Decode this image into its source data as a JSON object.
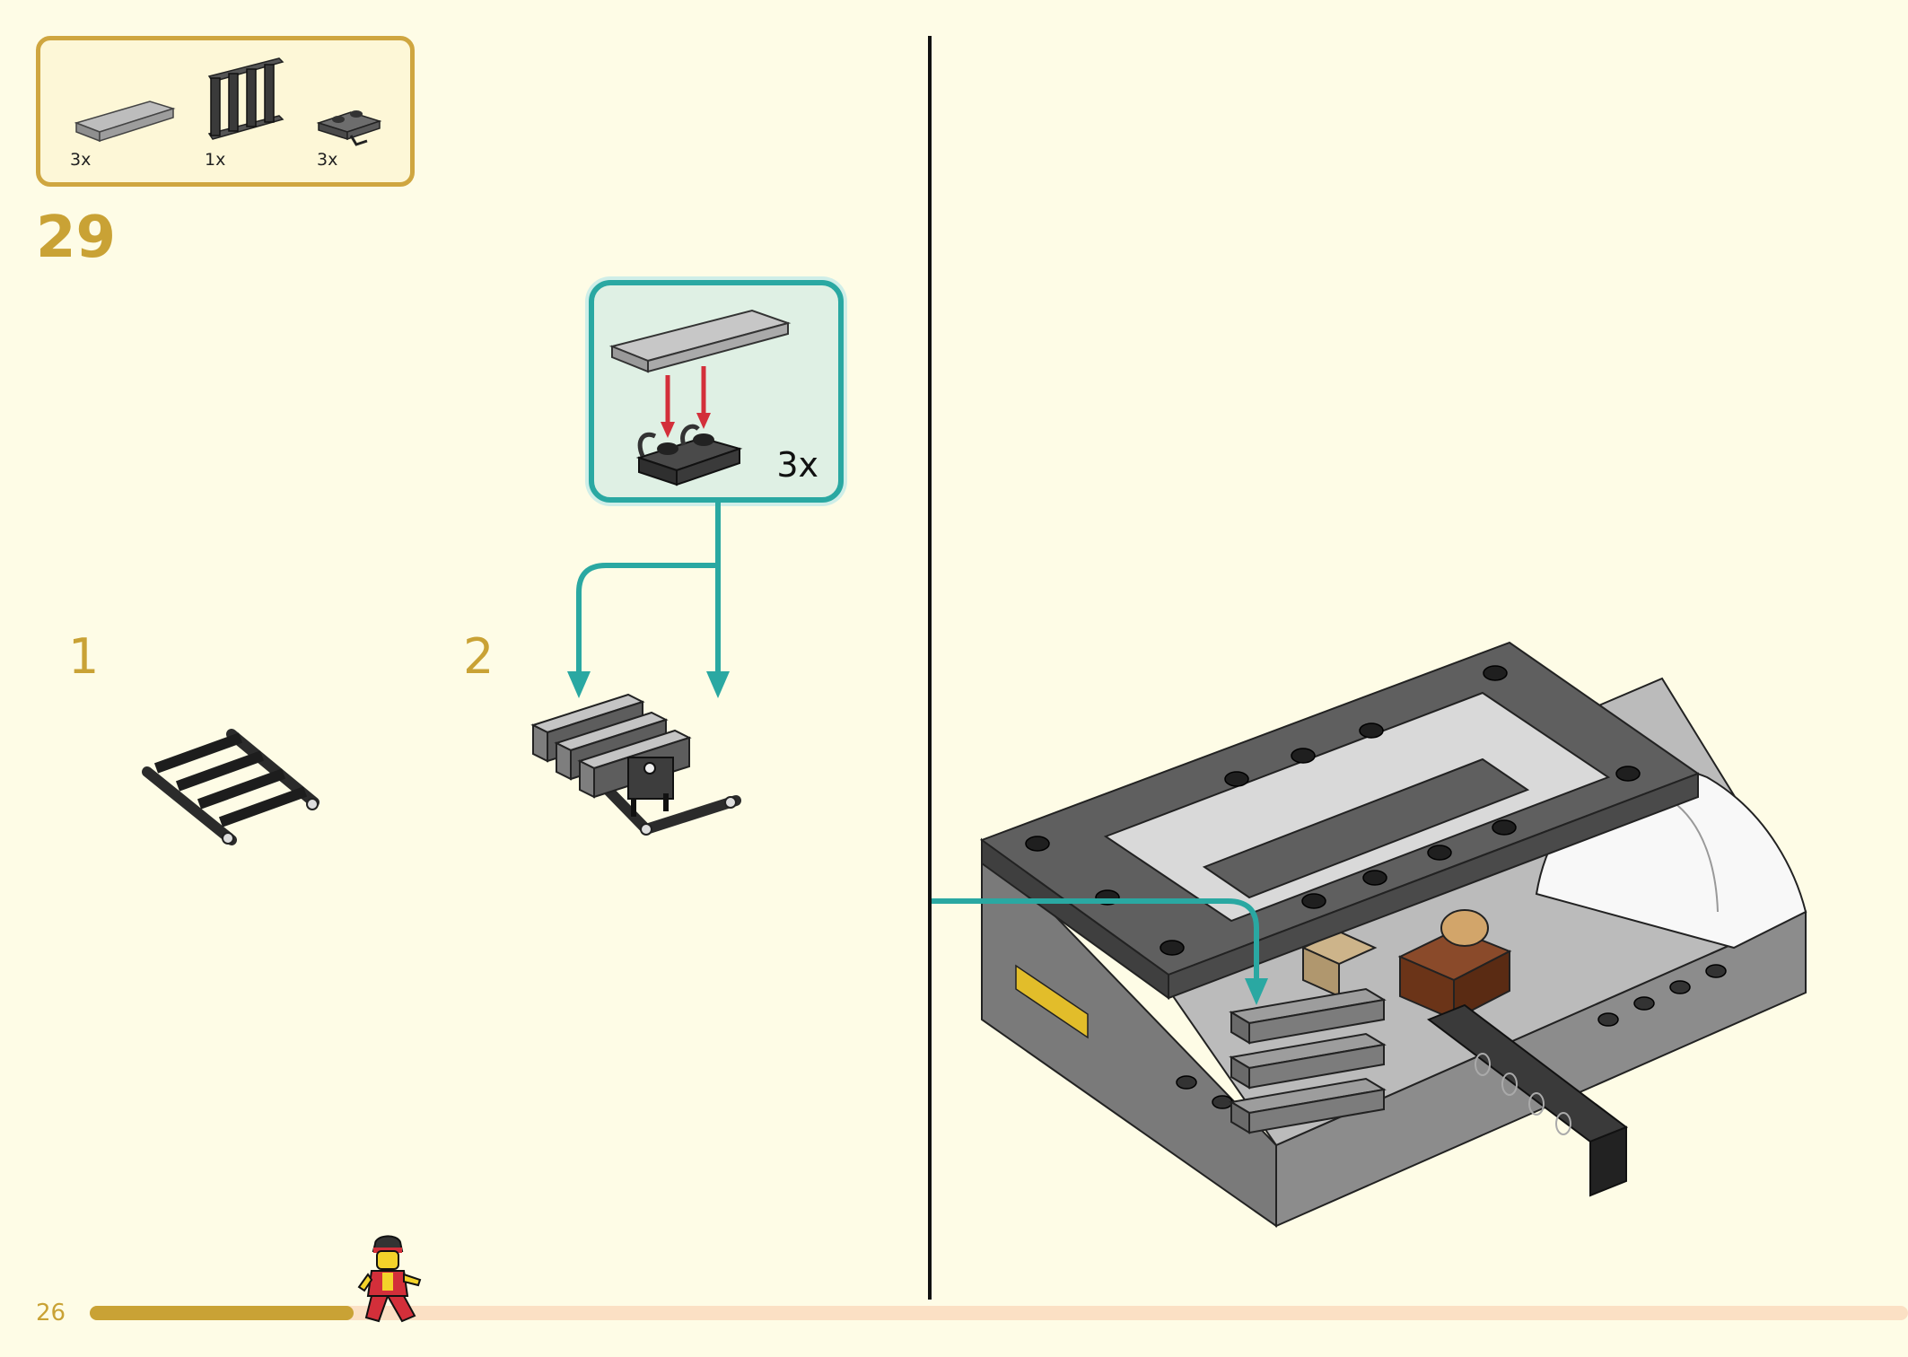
{
  "page": {
    "number": "26",
    "step_number": "29",
    "progress_fraction": 0.145
  },
  "parts_list": {
    "items": [
      {
        "name": "flat-tile-1x4",
        "qty": "3x",
        "color": "#a9a9a9"
      },
      {
        "name": "fence-1x4x2",
        "qty": "1x",
        "color": "#3b3b3b"
      },
      {
        "name": "plate-with-clip",
        "qty": "3x",
        "color": "#555555"
      }
    ]
  },
  "substeps": [
    {
      "label": "1"
    },
    {
      "label": "2"
    }
  ],
  "callout": {
    "quantity": "3x"
  },
  "colors": {
    "accent_gold": "#c9a235",
    "callout_teal": "#2aa8a2",
    "background": "#fefce6",
    "progress_track": "#fbe0c4"
  }
}
